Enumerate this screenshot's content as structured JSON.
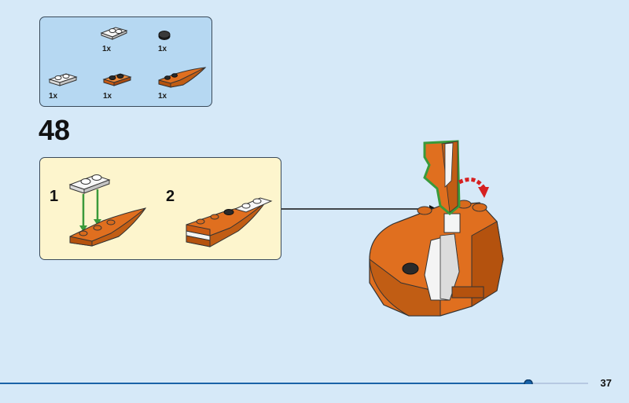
{
  "parts_list": {
    "items": [
      {
        "name": "white-jumper-plate",
        "color": "white",
        "quantity": "1x"
      },
      {
        "name": "black-round-tile",
        "color": "black",
        "quantity": "1x"
      },
      {
        "name": "white-plate-1x2",
        "color": "white",
        "quantity": "1x"
      },
      {
        "name": "orange-plate-1x2",
        "color": "orange",
        "quantity": "1x"
      },
      {
        "name": "orange-curved-wedge",
        "color": "orange",
        "quantity": "1x"
      }
    ]
  },
  "step": {
    "number": "48",
    "substeps": [
      {
        "number": "1"
      },
      {
        "number": "2"
      }
    ]
  },
  "page": {
    "number": "37",
    "progress_fraction": 0.84
  },
  "colors": {
    "page_background": "#d6e9f8",
    "parts_box": "#b6d8f2",
    "substep_box": "#fdf5cd",
    "brick_orange": "#e06f1f",
    "brick_white": "#f4f4f4",
    "highlight_green": "#3a9a3a",
    "rotate_arrow_red": "#d62020",
    "progress_blue": "#1a63a8"
  }
}
